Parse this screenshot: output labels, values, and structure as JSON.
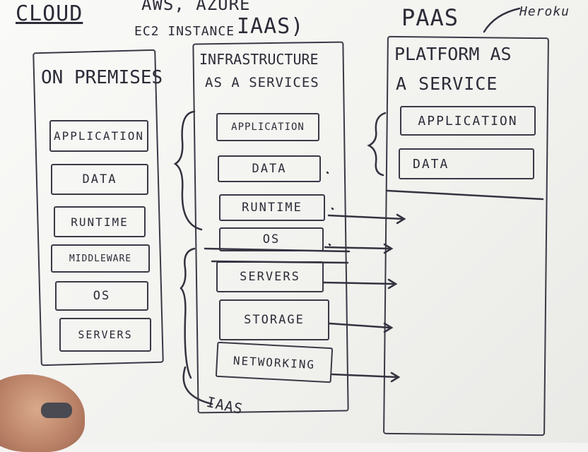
{
  "header": {
    "cloud": "CLOUD",
    "providers": "AWS, AZURE",
    "ec2": "EC2 INSTANCE",
    "iaas": "IAAS)",
    "paas": "PAAS",
    "heroku": "Heroku"
  },
  "on_premises": {
    "title": "ON PREMISES",
    "items": [
      "APPLICATION",
      "DATA",
      "RUNTIME",
      "MIDDLEWARE",
      "OS",
      "SERVERS"
    ]
  },
  "iaas": {
    "title_line1": "INFRASTRUCTURE",
    "title_line2": "AS A SERVICES",
    "items": [
      "APPLICATION",
      "DATA",
      "RUNTIME",
      "OS",
      "SERVERS",
      "STORAGE",
      "NETWORKING"
    ],
    "bracket_note": "IAAS"
  },
  "paas": {
    "title_line1": "PLATFORM AS",
    "title_line2": "A SERVICE",
    "items": [
      "APPLICATION",
      "DATA"
    ]
  }
}
